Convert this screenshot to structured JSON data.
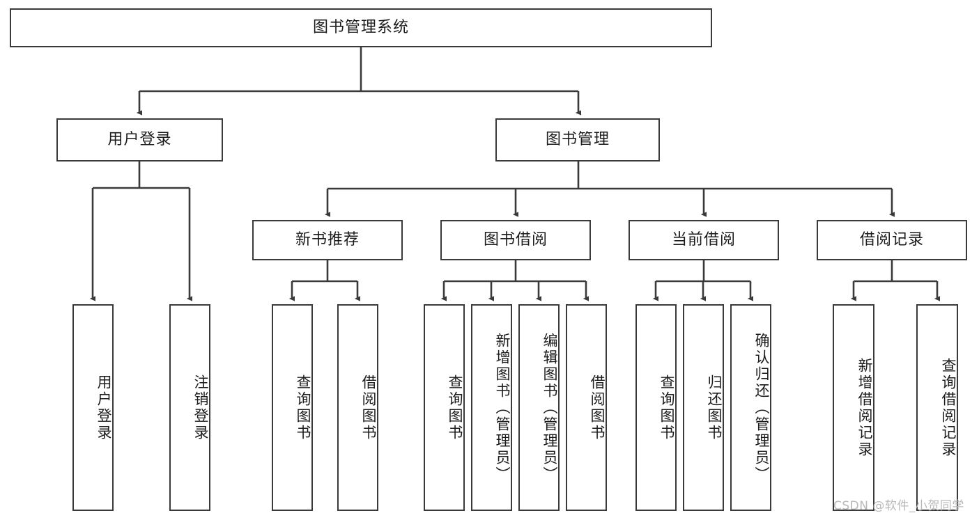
{
  "diagram": {
    "title": "图书管理系统",
    "type": "hierarchy-tree",
    "levels": 4,
    "colors": {
      "box_border": "#3a3a3a",
      "box_fill": "#ffffff",
      "connector": "#3a3a3a",
      "text": "#1b1b1b",
      "watermark": "#b9b9b9"
    },
    "root": {
      "label": "图书管理系统"
    },
    "level2": [
      {
        "label": "用户登录"
      },
      {
        "label": "图书管理"
      }
    ],
    "level3": [
      {
        "label": "新书推荐"
      },
      {
        "label": "图书借阅"
      },
      {
        "label": "当前借阅"
      },
      {
        "label": "借阅记录"
      }
    ],
    "leaves": {
      "user_login": [
        {
          "label": "用户登录"
        },
        {
          "label": "注销登录"
        }
      ],
      "new_book_recommend": [
        {
          "label": "查询图书"
        },
        {
          "label": "借阅图书"
        }
      ],
      "book_borrow": [
        {
          "label": "查询图书"
        },
        {
          "label": "新增图书（管理员）"
        },
        {
          "label": "编辑图书（管理员）"
        },
        {
          "label": "借阅图书"
        }
      ],
      "current_borrow": [
        {
          "label": "查询图书"
        },
        {
          "label": "归还图书"
        },
        {
          "label": "确认归还（管理员）"
        }
      ],
      "borrow_record": [
        {
          "label": "新增借阅记录"
        },
        {
          "label": "查询借阅记录"
        }
      ]
    }
  },
  "watermark": {
    "text": "CSDN @软件_小贺同学"
  }
}
